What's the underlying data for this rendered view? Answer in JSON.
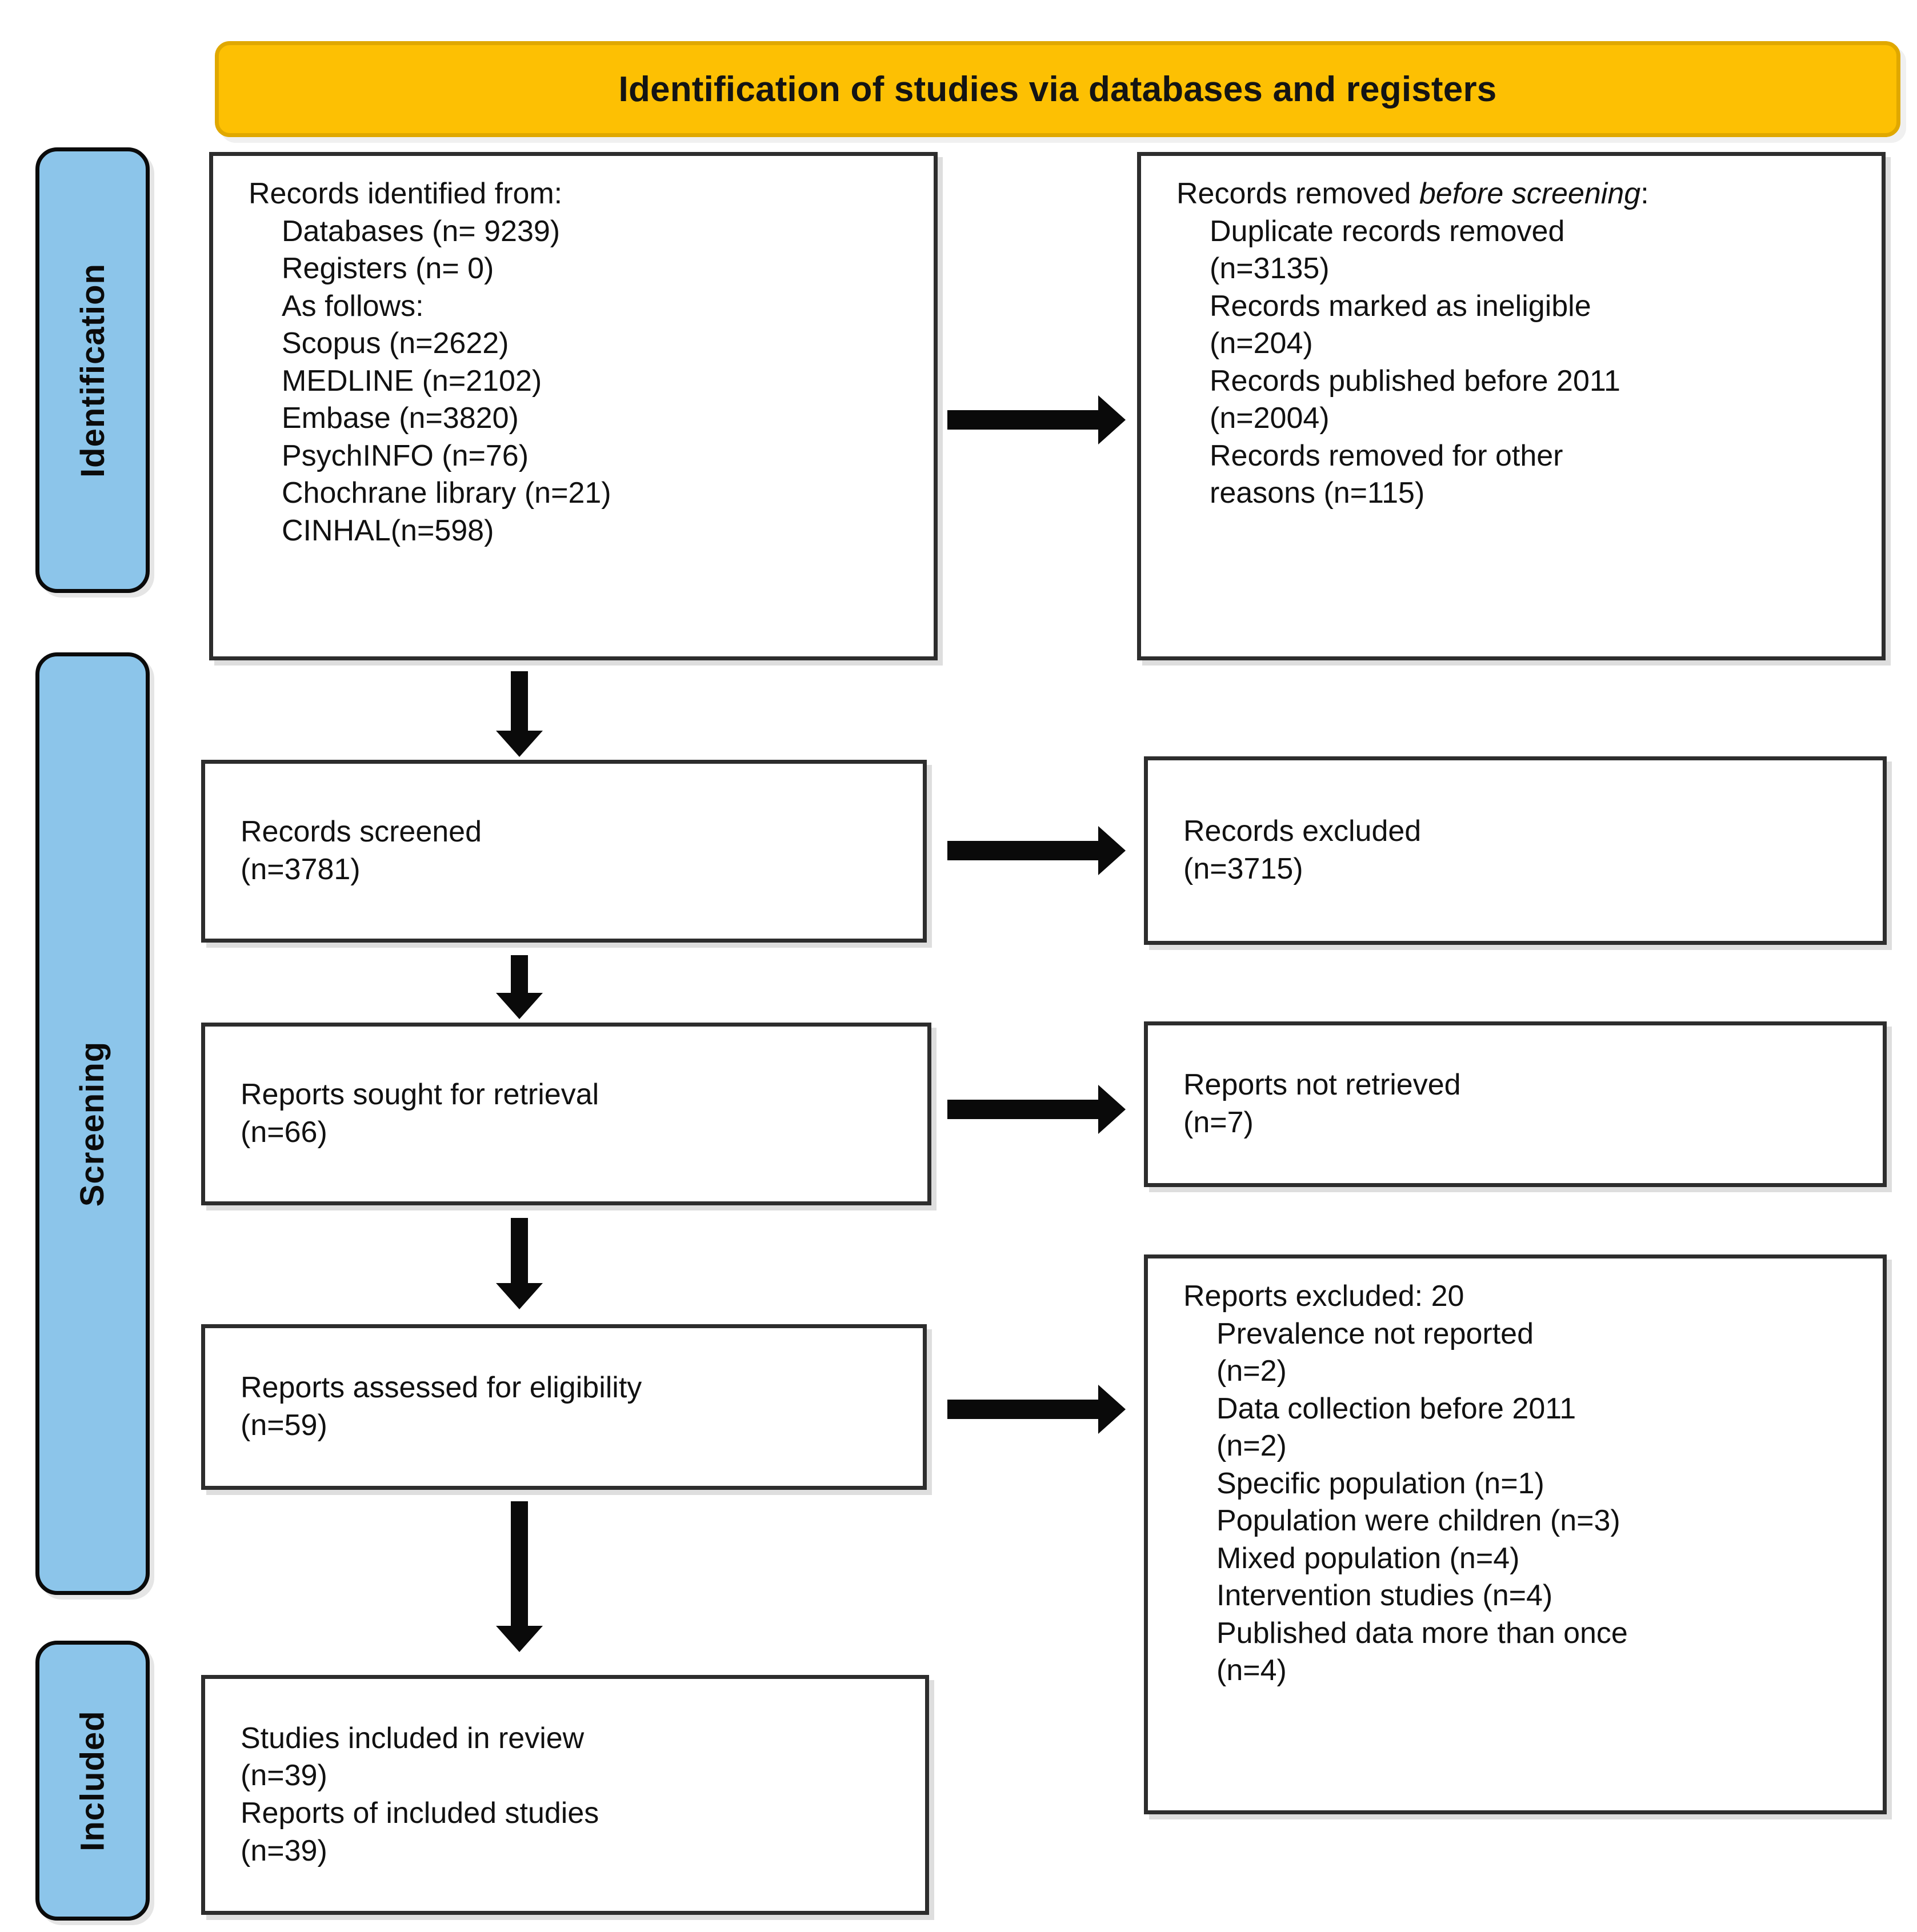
{
  "header": {
    "title": "Identification of studies via databases and registers",
    "background_color": "#FDC003",
    "border_color": "#E0A800"
  },
  "stages": {
    "accent_color": "#8CC5EA",
    "identification": "Identification",
    "screening": "Screening",
    "included": "Included"
  },
  "boxes": {
    "identified": {
      "l0": "Records identified from:",
      "l1": "Databases (n= 9239)",
      "l2": "Registers (n= 0)",
      "l3": "As follows:",
      "l4": "Scopus (n=2622)",
      "l5": "MEDLINE (n=2102)",
      "l6": "Embase (n=3820)",
      "l7": "PsychINFO (n=76)",
      "l8": "Chochrane library (n=21)",
      "l9": "CINHAL(n=598)"
    },
    "removed_before_screening": {
      "l0_a": "Records removed ",
      "l0_b": "before screening",
      "l0_c": ":",
      "l1": "Duplicate records removed",
      "l2": "(n=3135)",
      "l3": "Records marked as ineligible",
      "l4": "(n=204)",
      "l5": "Records published before 2011",
      "l6": "(n=2004)",
      "l7": "Records removed for other",
      "l8": "reasons (n=115)"
    },
    "records_screened": {
      "l0": "Records screened",
      "l1": "(n=3781)"
    },
    "records_excluded": {
      "l0": "Records excluded",
      "l1": "(n=3715)"
    },
    "reports_sought": {
      "l0": "Reports sought for retrieval",
      "l1": "(n=66)"
    },
    "reports_not_retrieved": {
      "l0": "Reports not retrieved",
      "l1": "(n=7)"
    },
    "reports_assessed": {
      "l0": "Reports assessed for eligibility",
      "l1": "(n=59)"
    },
    "reports_excluded": {
      "l0": "Reports excluded: 20",
      "l1": "Prevalence not reported",
      "l2": "(n=2)",
      "l3": "Data collection before 2011",
      "l4": "(n=2)",
      "l5": "Specific population (n=1)",
      "l6": "Population were children (n=3)",
      "l7": "Mixed population (n=4)",
      "l8": "Intervention studies (n=4)",
      "l9": "Published data more than once",
      "l10": "(n=4)"
    },
    "studies_included": {
      "l0": "Studies included in review",
      "l1": "(n=39)",
      "l2": "Reports of included studies",
      "l3": "(n=39)"
    }
  },
  "chart_data": {
    "type": "table",
    "title": "PRISMA 2020 flow diagram - Identification of studies via databases and registers",
    "stages": [
      "Identification",
      "Screening",
      "Included"
    ],
    "nodes": [
      {
        "id": "records_identified",
        "stage": "Identification",
        "side": "left",
        "label": "Records identified from",
        "total_databases": 9239,
        "total_registers": 0,
        "sources": [
          {
            "name": "Scopus",
            "n": 2622
          },
          {
            "name": "MEDLINE",
            "n": 2102
          },
          {
            "name": "Embase",
            "n": 3820
          },
          {
            "name": "PsychINFO",
            "n": 76
          },
          {
            "name": "Chochrane library",
            "n": 21
          },
          {
            "name": "CINHAL",
            "n": 598
          }
        ]
      },
      {
        "id": "records_removed",
        "stage": "Identification",
        "side": "right",
        "label": "Records removed before screening",
        "reasons": [
          {
            "name": "Duplicate records removed",
            "n": 3135
          },
          {
            "name": "Records marked as ineligible",
            "n": 204
          },
          {
            "name": "Records published before 2011",
            "n": 2004
          },
          {
            "name": "Records removed for other reasons",
            "n": 115
          }
        ]
      },
      {
        "id": "records_screened",
        "stage": "Screening",
        "side": "left",
        "label": "Records screened",
        "n": 3781
      },
      {
        "id": "records_excluded",
        "stage": "Screening",
        "side": "right",
        "label": "Records excluded",
        "n": 3715
      },
      {
        "id": "reports_sought",
        "stage": "Screening",
        "side": "left",
        "label": "Reports sought for retrieval",
        "n": 66
      },
      {
        "id": "reports_not_retrieved",
        "stage": "Screening",
        "side": "right",
        "label": "Reports not retrieved",
        "n": 7
      },
      {
        "id": "reports_assessed",
        "stage": "Screening",
        "side": "left",
        "label": "Reports assessed for eligibility",
        "n": 59
      },
      {
        "id": "reports_excluded",
        "stage": "Screening",
        "side": "right",
        "label": "Reports excluded",
        "n": 20,
        "reasons": [
          {
            "name": "Prevalence not reported",
            "n": 2
          },
          {
            "name": "Data collection before 2011",
            "n": 2
          },
          {
            "name": "Specific population",
            "n": 1
          },
          {
            "name": "Population were children",
            "n": 3
          },
          {
            "name": "Mixed population",
            "n": 4
          },
          {
            "name": "Intervention studies",
            "n": 4
          },
          {
            "name": "Published data more than once",
            "n": 4
          }
        ]
      },
      {
        "id": "studies_included",
        "stage": "Included",
        "side": "left",
        "label": "Studies included in review",
        "n": 39,
        "reports_of_included_studies": 39
      }
    ],
    "edges": [
      {
        "from": "records_identified",
        "to": "records_removed",
        "direction": "right"
      },
      {
        "from": "records_identified",
        "to": "records_screened",
        "direction": "down"
      },
      {
        "from": "records_screened",
        "to": "records_excluded",
        "direction": "right"
      },
      {
        "from": "records_screened",
        "to": "reports_sought",
        "direction": "down"
      },
      {
        "from": "reports_sought",
        "to": "reports_not_retrieved",
        "direction": "right"
      },
      {
        "from": "reports_sought",
        "to": "reports_assessed",
        "direction": "down"
      },
      {
        "from": "reports_assessed",
        "to": "reports_excluded",
        "direction": "right"
      },
      {
        "from": "reports_assessed",
        "to": "studies_included",
        "direction": "down"
      }
    ]
  }
}
